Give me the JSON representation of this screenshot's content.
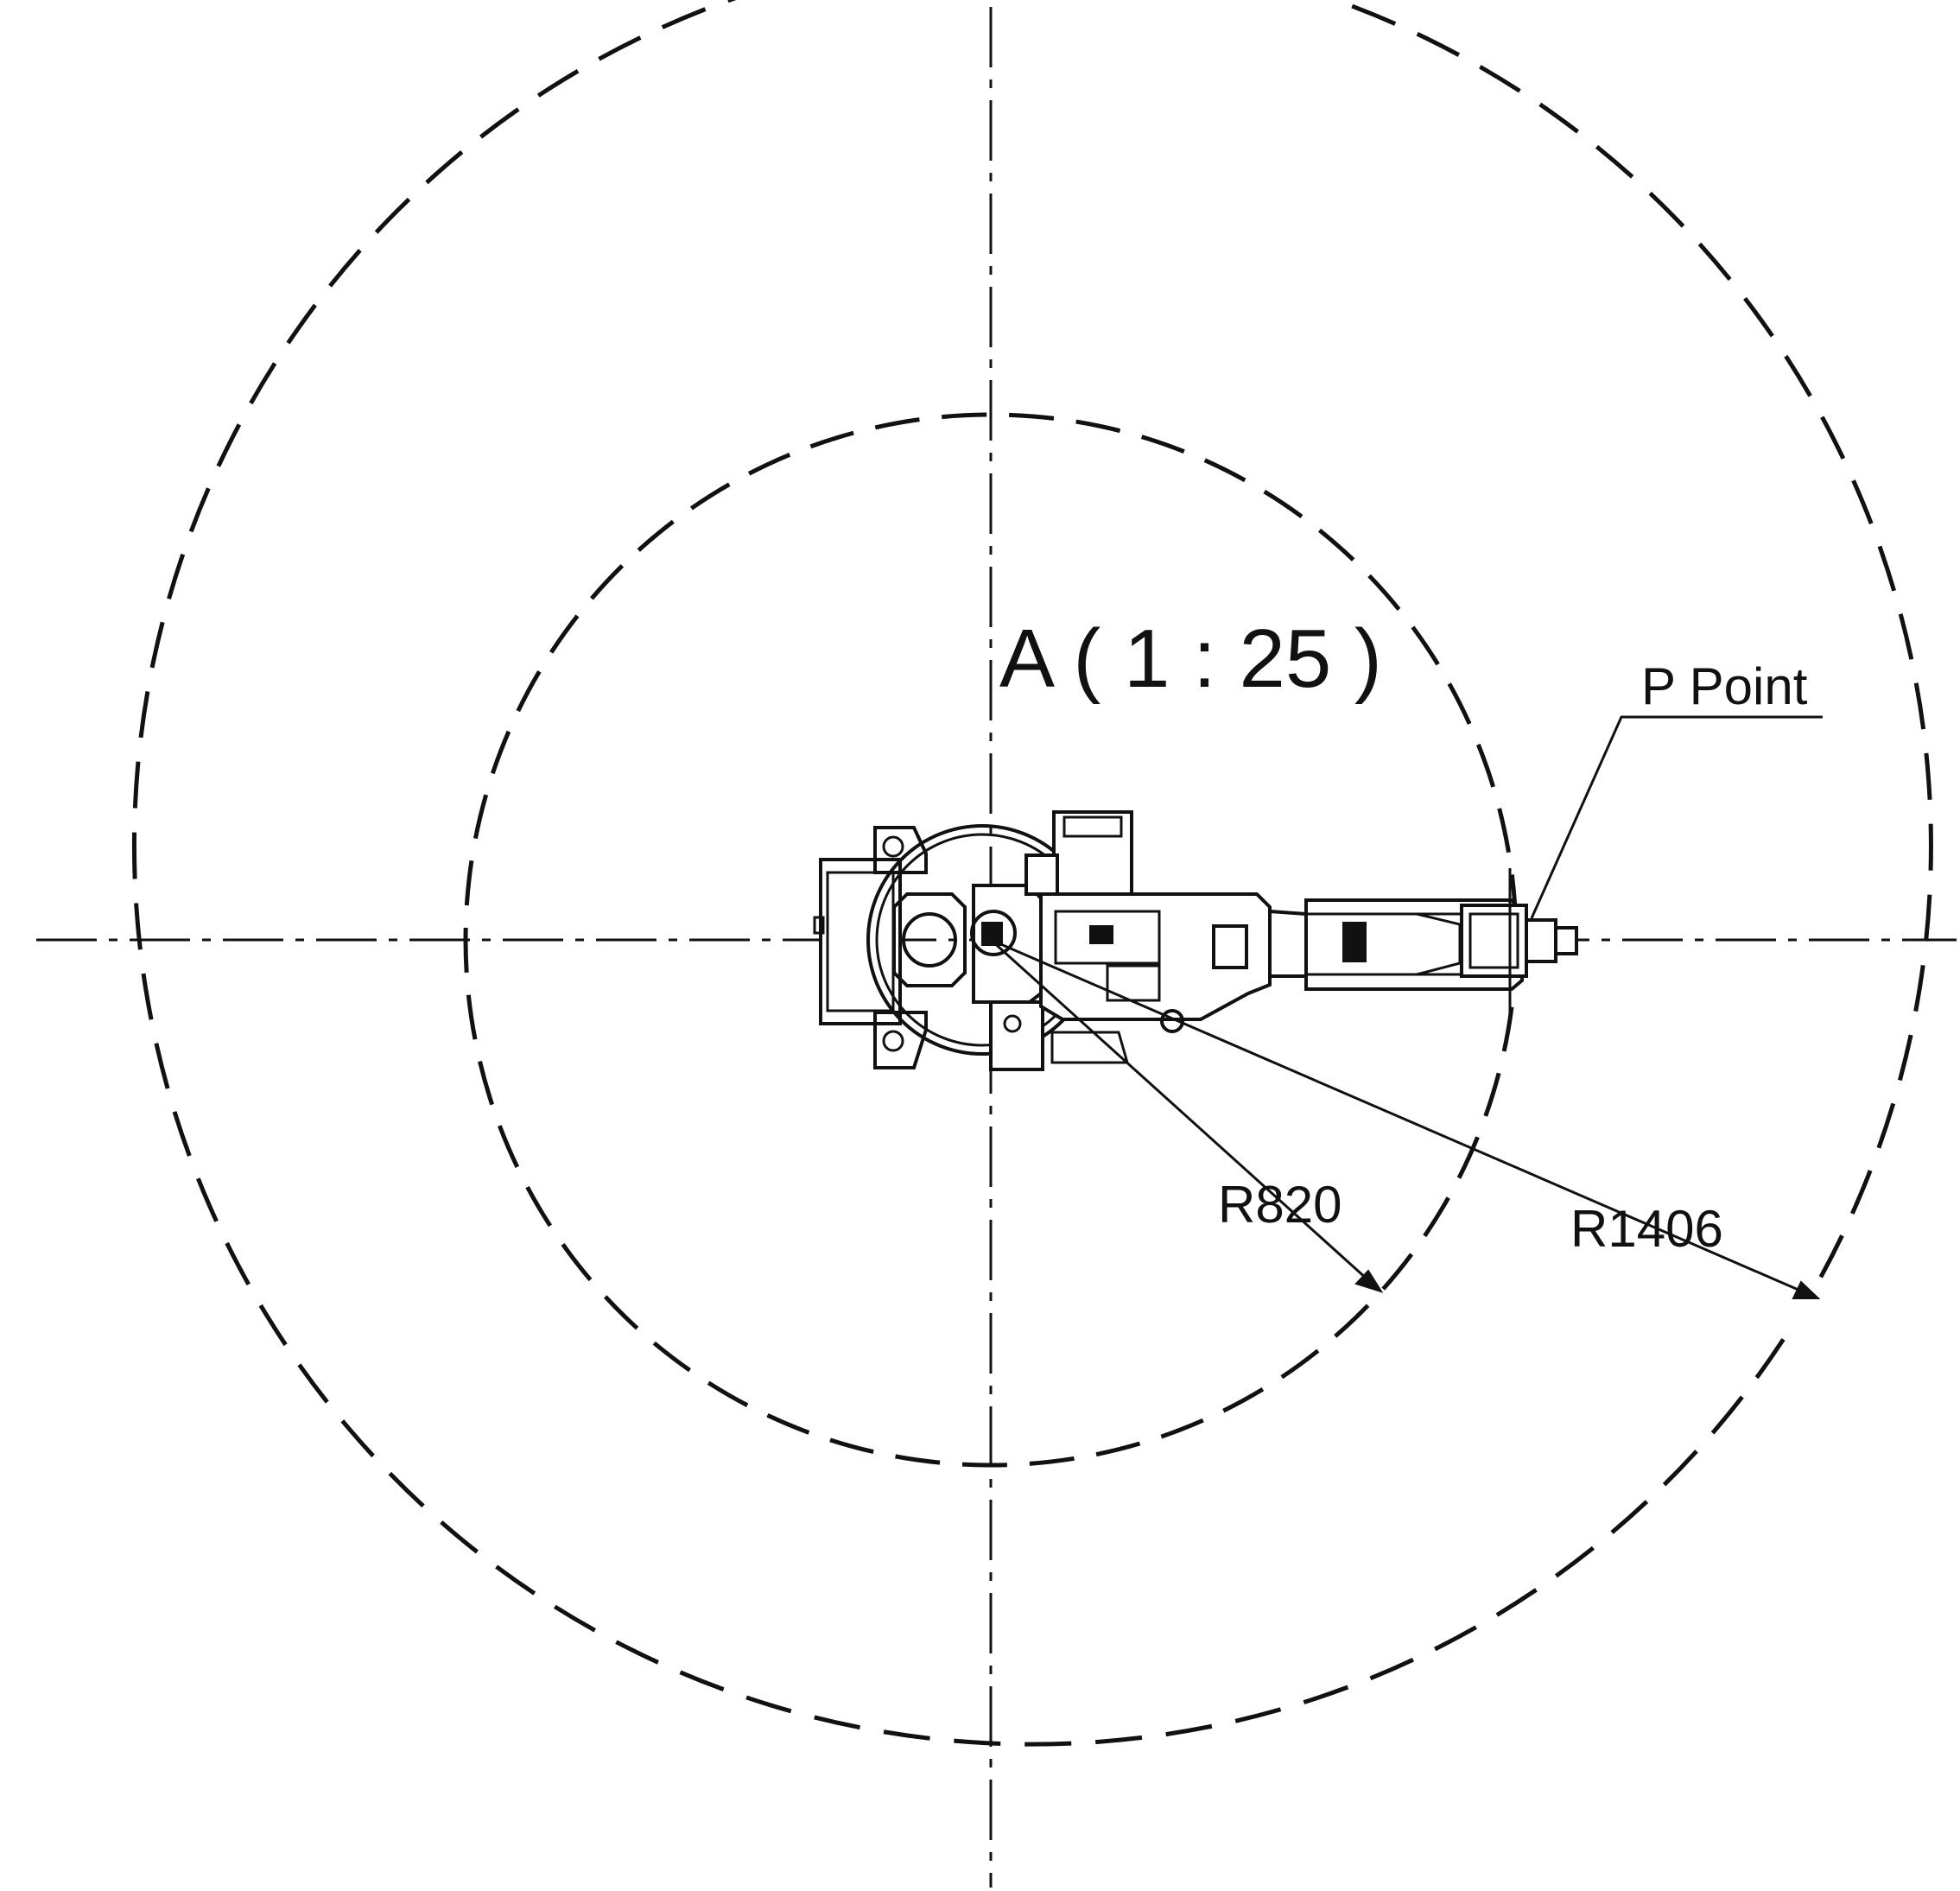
{
  "view_label": "A ( 1 : 25 )",
  "annotations": {
    "inner_radius": "R820",
    "outer_radius": "R1406",
    "tool_point": "P Point"
  },
  "colors": {
    "line": "#111111",
    "background": "#ffffff"
  }
}
